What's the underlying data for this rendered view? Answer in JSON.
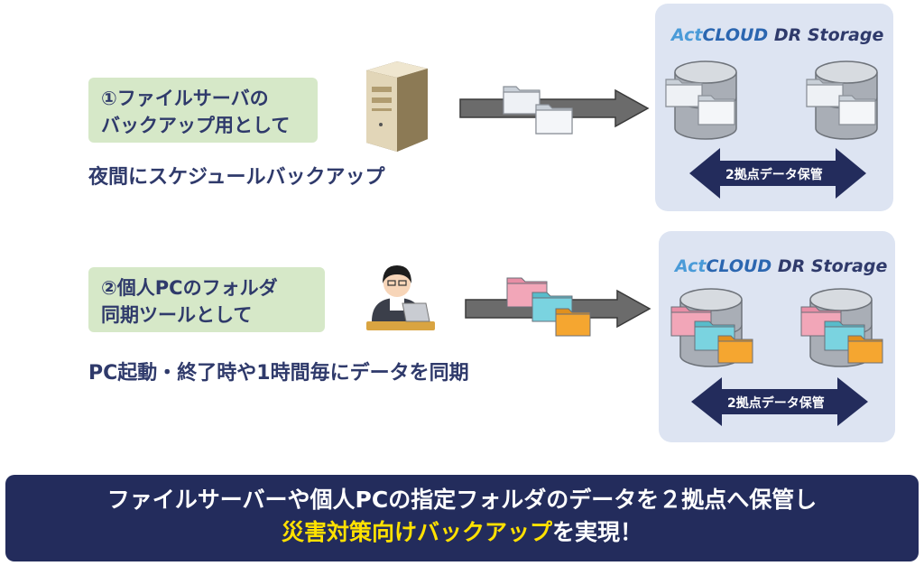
{
  "row1": {
    "label_line1": "①ファイルサーバの",
    "label_line2": "バックアップ用として",
    "description": "夜間にスケジュールバックアップ",
    "icon": "server-icon"
  },
  "row2": {
    "label_line1": "②個人PCのフォルダ",
    "label_line2": "同期ツールとして",
    "description": "PC起動・終了時や1時間毎にデータを同期",
    "icon": "person-laptop-icon"
  },
  "storage": {
    "brand_act": "Act",
    "brand_cloud": "CLOUD",
    "brand_dr": "DR Storage",
    "sync_label": "2拠点データ保管"
  },
  "footer": {
    "line1": "ファイルサーバーや個人PCの指定フォルダのデータを２拠点へ保管し",
    "line2_highlight": "災害対策向けバックアップ",
    "line2_rest": "を実現！"
  },
  "colors": {
    "panel": "#dde4f2",
    "label_bg": "#d6e8c8",
    "text_navy": "#2f3a6b",
    "footer_bg": "#232c5c",
    "highlight": "#ffe100",
    "folder_gray": "#e6eaf0",
    "folder_pink": "#f2a6b8",
    "folder_cyan": "#7ad3e0",
    "folder_orange": "#f5a630"
  }
}
